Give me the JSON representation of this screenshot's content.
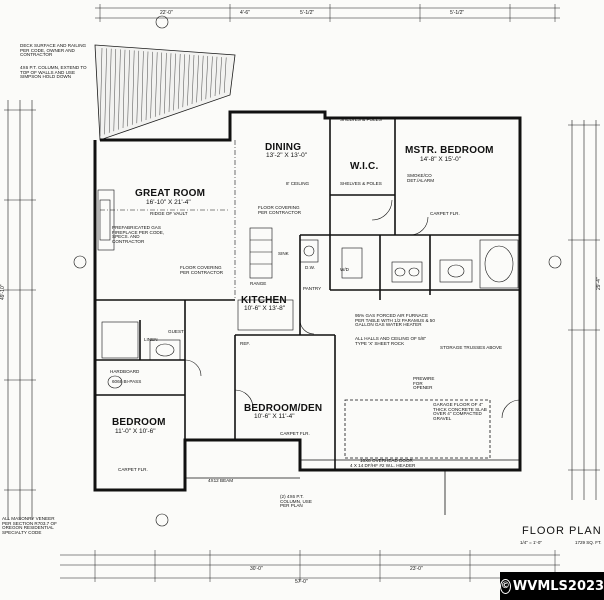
{
  "rooms": {
    "great_room": {
      "name": "GREAT ROOM",
      "dim": "16'-10\" X 21'-4\""
    },
    "dining": {
      "name": "DINING",
      "dim": "13'-2\" X 13'-0\""
    },
    "kitchen": {
      "name": "KITCHEN",
      "dim": "10'-6\" X 13'-8\""
    },
    "master": {
      "name": "MSTR. BEDROOM",
      "dim": "14'-8\" X 15'-0\""
    },
    "wic": {
      "name": "W.I.C."
    },
    "bedroom_den": {
      "name": "BEDROOM/DEN",
      "dim": "10'-6\" X 11'-4\""
    },
    "bedroom": {
      "name": "BEDROOM",
      "dim": "11'-0\" X 10'-6\""
    }
  },
  "notes": {
    "deck": "DECK SURFACE AND RAILING PER CODE, OWNER AND CONTRACTOR",
    "post": "4X6 P.T. COLUMN, EXTEND TO TOP OF WALLS AND USE SIMPSON HOLD DOWN",
    "fireplace": "PREFABRICATED GAS FIREPLACE PER CODE, SPECS. AND CONTRACTOR",
    "ridge": "RIDGE OF VAULT",
    "floor_cov_gr": "FLOOR COVERING PER CONTRACTOR",
    "floor_cov_din": "FLOOR COVERING PER CONTRACTOR",
    "ceiling_8": "8' CEILING",
    "shelves_5": "SHELVES & POLES",
    "shelves_4": "SHELVES & POLES",
    "carpet_master": "CARPET FLR.",
    "carpet_bed": "CARPET FLR.",
    "carpet_den": "CARPET FLR.",
    "smoke": "SMOKE/CO DET./ALARM",
    "furnace": "95% GAS FORCED AIR FURNACE PER TABLE WITH 1/2 PARAMUS & 50 GALLON GAS WATER HEATER",
    "attic": "STORAGE TRUSSES ABOVE",
    "garage_door": "16X8 OVERHEAD DOOR",
    "header": "4 X 14 DF/HF #2 W.L. HEADER",
    "garage_floor": "GARAGE FLOOR OF 4\" THICK CONCRETE SLAB OVER 4\" COMPACTED GRAVEL",
    "opener": "PREWIRE FOR OPENER",
    "walls": "ALL HALLS AND CEILING OF 5/8\" TYPE 'X' SHEET ROCK",
    "masonry": "ALL MASONRY VENEER PER SECTION R703.7 OF OREGON RESIDENTIAL SPECIALTY CODE",
    "beam": "4X12 BEAM",
    "column": "(2) 4X6 P.T. COLUMN, USE PER PLAN",
    "hardboard": "HARDBOARD",
    "closet_bypass": "6068 BI-PASS",
    "linen": "LINEN",
    "guest": "GUEST",
    "pantry": "PANTRY",
    "range": "RANGE",
    "dw": "D.W.",
    "sink": "SINK",
    "ref": "REF.",
    "ca": "W/D"
  },
  "dims": {
    "top_a": "22'-0\"",
    "top_b": "4'-6\"",
    "top_c": "5'-1/2\"",
    "top_d": "5'-1/2\"",
    "bottom_total": "57'-0\"",
    "bottom_a": "30'-0\"",
    "bottom_b": "23'-0\"",
    "left_total": "49'-10\"",
    "right_total": "29'-4\""
  },
  "title": "FLOOR PLAN",
  "scale": "1/4\" = 1'-0\"",
  "area": "1729 SQ. FT.",
  "watermark": "WVMLS2023",
  "watermark_symbol": "©",
  "colors": {
    "ink": "#1a1a1a",
    "paper": "#fbfbf9",
    "watermark_bg": "#000000"
  }
}
